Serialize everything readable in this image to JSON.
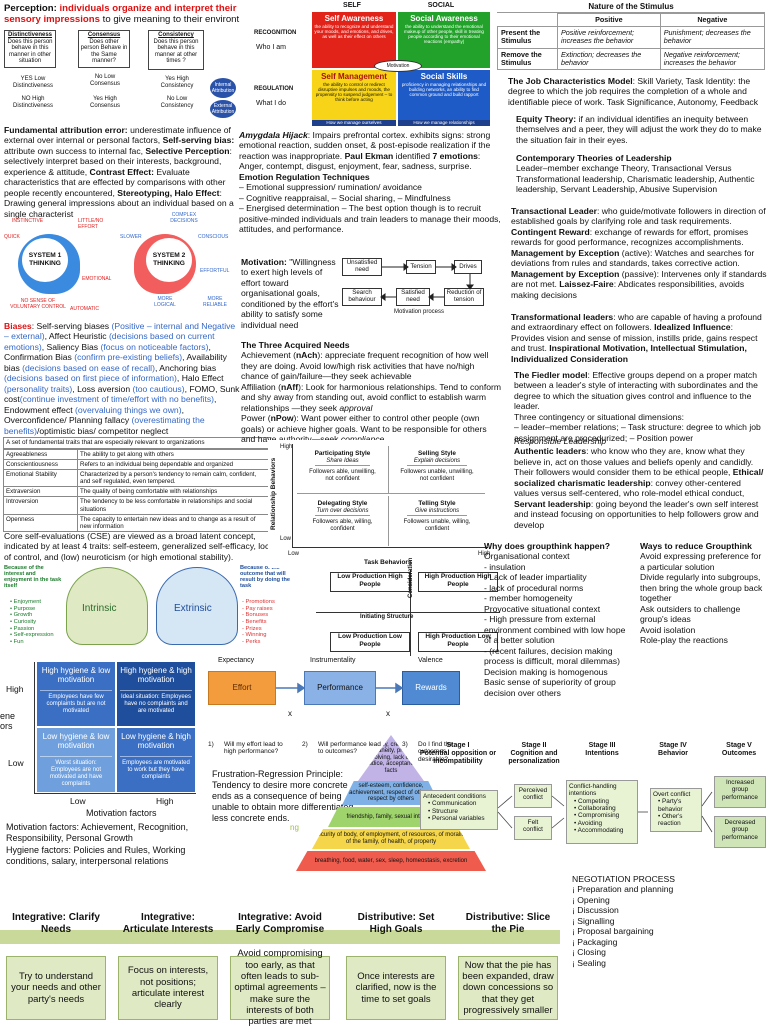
{
  "perception": {
    "label": "Perception:",
    "red": "individuals organize and interpret their sensory impressions",
    "rest": "to give meaning to their environt"
  },
  "attribution": {
    "distinctiveness": {
      "title": "Distinctiveness",
      "question": "Does this person behave in this manner in other situation"
    },
    "consensus": {
      "title": "Consensus",
      "question": "Does other person Behave in the Same manner?"
    },
    "consistency": {
      "title": "Consistency",
      "question": "Does this person behave in this manner at other times ?"
    },
    "d_yes": "YES Low Distinctiveness",
    "d_no": "NO High Distinctiveness",
    "c_yes": "No Low Consensus",
    "c_no": "Yes High Consensus",
    "s_yes": "Yes High Consistency",
    "s_no": "No Low Consistency",
    "internal": "Internal Attribution",
    "external": "External Attribution"
  },
  "fae": {
    "t1": "Fundamental attribution error:",
    "r1": "underestimate influence of external over internal or personal factors,",
    "t2": "Self-serving bias:",
    "r2": "attribute own success to internal fac,",
    "t3": "Selective Perception",
    "r3": ": selectively interpret based on their interests, background, experience & attitude,",
    "t4": "Contrast Effect:",
    "r4": "Evaluate characteristics that are effected by comparisons with other people recently encountered,",
    "t5": "Stereotyping,",
    "t6": "Halo Effect",
    "r6": ": Drawing general impressions about an individual based on a single characterist"
  },
  "thinking": {
    "s1": "SYSTEM 1 THINKING",
    "s2": "SYSTEM 2 THINKING",
    "s1_labels": [
      "INSTINCTIVE",
      "LITTLE/NO EFFORT",
      "QUICK",
      "EMOTIONAL",
      "NO SENSE OF VOLUNTARY CONTROL",
      "AUTOMATIC"
    ],
    "s2_labels": [
      "COMPLEX DECISIONS",
      "SLOWER",
      "CONSCIOUS",
      "EFFORTFUL",
      "MORE LOGICAL",
      "MORE RELIABLE"
    ]
  },
  "biases": {
    "label": "Biases",
    "segments": [
      {
        "t": ": Self-serving biases ",
        "c": "k"
      },
      {
        "t": "(Positive – internal and Negative – external)",
        "c": "b"
      },
      {
        "t": ", Affect Heuristic ",
        "c": "k"
      },
      {
        "t": "(decisions based on current emotions)",
        "c": "b"
      },
      {
        "t": ", Saliency Bias ",
        "c": "k"
      },
      {
        "t": "(focus on noticeable factors)",
        "c": "b"
      },
      {
        "t": ", Confirmation Bias ",
        "c": "k"
      },
      {
        "t": "(confirm pre-existing beliefs)",
        "c": "b"
      },
      {
        "t": ", Availability bias ",
        "c": "k"
      },
      {
        "t": "(decisions based on ease of recall)",
        "c": "b"
      },
      {
        "t": ", Anchoring bias ",
        "c": "k"
      },
      {
        "t": "(decisions based on first piece of information)",
        "c": "b"
      },
      {
        "t": ", Halo Effect ",
        "c": "k"
      },
      {
        "t": "(personality traits)",
        "c": "b"
      },
      {
        "t": ", Loss aversion ",
        "c": "k"
      },
      {
        "t": "(too cautious)",
        "c": "b"
      },
      {
        "t": ", FOMO, Sunk cost",
        "c": "k"
      },
      {
        "t": "(continue investment of time/effort with no benefits)",
        "c": "b"
      },
      {
        "t": ", Endowment effect ",
        "c": "k"
      },
      {
        "t": "(overvaluing things we own)",
        "c": "b"
      },
      {
        "t": ", Overconfidence/ Planning fallacy ",
        "c": "k"
      },
      {
        "t": "(overestimating the benefits)",
        "c": "b"
      },
      {
        "t": "/optimistic bias/ competitor neglect",
        "c": "k"
      }
    ]
  },
  "traits": {
    "caption": "A set of fundamental traits that are especially relevant to organizations",
    "rows": [
      [
        "Agreeableness",
        "The ability to get along with others"
      ],
      [
        "Conscientiousness",
        "Refers to an individual being dependable and organized"
      ],
      [
        "Emotional Stability",
        "Characterized by a person's tendency to remain calm, confident, and self regulated, even tempered."
      ],
      [
        "Extraversion",
        "The quality of being comfortable with relationships"
      ],
      [
        "Introversion",
        "The tendency to be less comfortable in relationships and social situations"
      ],
      [
        "Openness",
        "The capacity to entertain new ideas and to change as a result of new information"
      ]
    ]
  },
  "cse": "Core self-evaluations (CSE) are viewed as a broad latent concept, indicated by at least 4 traits: self-esteem, generalized self-efficacy, locus of control, and (low) neuroticism (or high emotional stability).",
  "motivation_types": {
    "intrinsic_note": "Because of the interest and enjoyment in the task itself",
    "intrinsic": "Intrinsic",
    "extrinsic": "Extrinsic",
    "extrinsic_note": "Because of the outcome that will result by doing the task",
    "intrinsic_list": [
      "Enjoyment",
      "Purpose",
      "Growth",
      "Curiosity",
      "Passion",
      "Self-expression",
      "Fun"
    ],
    "extrinsic_list": [
      "Promotions",
      "Pay raises",
      "Bonuses",
      "Benefits",
      "Prizes",
      "Winning",
      "Perks"
    ]
  },
  "herzberg": {
    "cells": [
      {
        "title": "High hygiene & low motivation",
        "desc": "Employees have few complaints but are not motivated"
      },
      {
        "title": "High hygiene & high motivation",
        "desc": "Ideal situation: Employees have no complaints and are motivated"
      },
      {
        "title": "Low hygiene & low motivation",
        "desc": "Worst situation: Employees are not motivated and have complaints"
      },
      {
        "title": "Low hygiene & high motivation",
        "desc": "Employees are motivated to work but they have complaints"
      }
    ],
    "high": "High",
    "low": "Low",
    "xlow": "Low",
    "xhigh": "High",
    "xaxis": "Motivation factors",
    "yaxis": "ene ors",
    "motivation_text": "Motivation factors: Achievement, Recognition, Responsibility, Personal Growth",
    "hygiene_text": "Hygiene factors: Policies and Rules, Working conditions, salary, interpersonal relations"
  },
  "emotions_grid": {
    "self": "SELF",
    "social": "SOCIAL",
    "recognition": "RECOGNITION",
    "who": "Who I am",
    "regulation": "REGULATION",
    "what": "What I do",
    "sa": "Self Awareness",
    "sa_d": "the ability to recognize and understand your moods, and emotions, and drives, as well as their effect on others",
    "soa": "Social Awareness",
    "soa_d": "the ability to understand the emotional makeup of other people, skill in treating people according to their emotional reactions (empathy)",
    "sm": "Self Management",
    "sm_d": "the ability to control or redirect disruptive impulses and moods, the propensity to suspend judgement – to think before acting",
    "ss": "Social Skills",
    "ss_d": "proficiency in managing relationships and building networks, an ability to find common ground and build rapport",
    "motivation": "Motivation",
    "foot1": "How we manage ourselves",
    "foot2": "How we manage relationships"
  },
  "amygdala": {
    "t1": "Amygdala Hijack",
    "r1": ": Impairs prefrontal cortex. exhibits signs: strong emotional reaction, sudden onset, & post-episode realization if the reaction was inappropriate.",
    "t2": "Paul Ekman",
    "r2": " identified ",
    "t3": "7 emotions",
    "r3": ": Anger, contempt, disgust, enjoyment, fear, sadness, surprise.",
    "t4": "Emotion Regulation Techniques",
    "lines": [
      "– Emotional suppression/ rumination/ avoidance",
      "– Cognitive reappraisal, – Social sharing, – Mindfulness",
      "– Energised determination – The best option though is to recruit positive-minded individuals and train leaders to manage their moods, attitudes, and performance."
    ]
  },
  "motivation": {
    "label": "Motivation:",
    "text": "\"Willingness to exert high levels of effort toward organisational goals, conditioned by the effort's ability to satisfy some individual need",
    "process": {
      "unsatisfied": "Unsatisfied need",
      "tension": "Tension",
      "drives": "Drives",
      "search": "Search behaviour",
      "satisfied": "Satisfied need",
      "reduction": "Reduction of tension",
      "caption": "Motivation process"
    }
  },
  "needs": {
    "title": "The Three Acquired Needs",
    "a1": "Achievement (",
    "a1b": "nAch",
    "a1r": "): appreciate frequent recognition of how well they are doing. Avoid low/high risk activities that have no/high chance of gain/failure—they seek achievable",
    "a2": "Affiliation (",
    "a2b": "nAff",
    "a2r": "): Look for harmonious relationships. Tend to conform and shy away from standing out, avoid conflict to establish warm relationships —they seek ",
    "a2i": "approval",
    "a3": "Power (",
    "a3b": "nPow",
    "a3r": "): Want power either to control other people (own goals) or achieve higher goals. Want to be responsible for others and have authority—seek ",
    "a3i": "compliance"
  },
  "situational": {
    "ylabel": "Relationship Behaviors",
    "xlabel": "Task Behaviors",
    "high": "High",
    "low": "Low",
    "xlow": "Low",
    "xhigh": "High",
    "cells": [
      {
        "title": "Participating Style",
        "sub": "Share Ideas",
        "f": "Followers able, unwilling, not confident"
      },
      {
        "title": "Selling Style",
        "sub": "Explain decisions",
        "f": "Followers unable, unwilling, not confident"
      },
      {
        "title": "Delegating Style",
        "sub": "Turn over decisions",
        "f": "Followers able, willing, confident"
      },
      {
        "title": "Telling Style",
        "sub": "Give instructions",
        "f": "Followers unable, willing, confident"
      }
    ]
  },
  "ohio": {
    "y": "Consideration",
    "x": "Initiating Structure",
    "c1": "Low Production High People",
    "c2": "High Production High People",
    "c3": "Low Production Low People",
    "c4": "High Production Low People"
  },
  "expectancy": {
    "h1": "Expectancy",
    "h2": "Instrumentality",
    "h3": "Valence",
    "effort": "Effort",
    "performance": "Performance",
    "rewards": "Rewards",
    "x": "x",
    "q1": "Will my effort lead to high performance?",
    "q2": "Will performance lead to outcomes?",
    "q3": "Do I find the outcomes desirable?",
    "n1": "1)",
    "n2": "2)",
    "n3": "3)"
  },
  "frustration": "Frustration-Regression Principle: Tendency to desire more concrete ends as a consequence of being unable to obtain more differentiated, less concrete ends.",
  "maslow": {
    "l5": "morality, creativity, spontaneity, problem solving, lack of prejudice, acceptance of facts",
    "l4": "self-esteem, confidence, achievement, respect of others, respect by others",
    "l3": "friendship, family, sexual intimacy",
    "l2": "security of body, of employment, of resources, of morality, of the family, of health, of property",
    "l1": "breathing, food, water, sex, sleep, homeostasis, excretion",
    "side": "ng"
  },
  "stimulus": {
    "title": "Nature of the Stimulus",
    "pos": "Positive",
    "neg": "Negative",
    "r1": "Present the Stimulus",
    "r2": "Remove the Stimulus",
    "c11": "Positive reinforcement; increases the behavior",
    "c12": "Punishment; decreases the behavior",
    "c21": "Extinction; decreases the behavior",
    "c22": "Negative reinforcement; increases the behavior"
  },
  "jcm": {
    "t": "The Job Characteristics Model",
    "r": ": Skill Variety, Task Identity: the degree to which the job requires the completion of a whole and identifiable piece of work. Task Significance, Autonomy, Feedback"
  },
  "equity": {
    "t": "Equity Theory:",
    "r": " if an individual identifies an inequity between themselves and a peer, they will adjust the work they do to make the situation fair in their eyes."
  },
  "contemporary": {
    "t": "Contemporary Theories of Leadership",
    "r": "Leader–member exchange Theory, Transactional Versus Transformational leadership, Charismatic leadership, Authentic leadership, Servant Leadership, Abusive Supervision"
  },
  "transactional": {
    "t1": "Transactional Leader",
    "r1": ": who guide/motivate followers in direction of established goals by clarifying role and task requirements.",
    "t2": "Contingent Reward",
    "r2": ": exchange of rewards for effort, promises rewards for good performance, recognizes accomplishments.",
    "t3": "Management by Exception",
    "r3": " (active): Watches and searches for deviations from rules and standards, takes corrective action.",
    "t4": "Management by Exception",
    "r4": " (passive): Intervenes only if standards are not met.",
    "t5": "Laissez-Faire",
    "r5": ": Abdicates responsibilities, avoids making decisions"
  },
  "transformational": {
    "t1": "Transformational leaders",
    "r1": ": who are capable of having a profound and extraordinary effect on followers.",
    "t2": "Idealized Influence",
    "r2": ": Provides vision and sense of mission, instills pride, gains respect and trust.",
    "t3": "Inspirational Motivation, Intellectual Stimulation, Individualized Consideration"
  },
  "fiedler": {
    "t": "The Fiedler model",
    "r": ": Effective groups depend on a proper match between a leader's style of interacting with subordinates and the degree to which the situation gives control and influence to the leader.",
    "dims": "Three contingency or situational dimensions:",
    "d1": "– leader–member relations; – Task structure: degree to which job assignment are procedurized; – Position power"
  },
  "responsible": {
    "t": "Responsible Leadership",
    "a": "Authentic leaders",
    "ar": ": who know who they are, know what they believe in, act on those values and beliefs openly and candidly. Their followers would consider them to be ethical people,",
    "e": "Ethical/ socialized charismatic leadership",
    "er": ": convey other-centered values versus self-centered, who role-model ethical conduct,",
    "s": "Servant leadership",
    "sr": ": going beyond the leader's own self interest and instead focusing on opportunities to help followers grow and develop"
  },
  "groupthink": {
    "t": "Why does groupthink happen?",
    "lines": [
      "Organisational context",
      "- insulation",
      "- Lack of leader impartiality",
      "- lack of procedural norms",
      "- member homogeneity",
      "Provocative situational context",
      "- High pressure from external environment combined with low hope of a better solution",
      "- (recent failures, decision making process is difficult, moral dilemmas)",
      "Decision making is homogenous",
      "Basic sense of superiority of group decision over others"
    ],
    "t2": "Ways to reduce Groupthink",
    "lines2": [
      "Avoid expressing preference for a particular solution",
      "Divide regularly into subgroups, then bring the whole group back together",
      "Ask outsiders to challenge group's ideas",
      "Avoid isolation",
      "Role-play the reactions"
    ]
  },
  "conflict": {
    "s1": "Stage I",
    "s1n": "Potential opposition or incompatibility",
    "s2": "Stage II",
    "s2n": "Cognition and personalization",
    "s3": "Stage III",
    "s3n": "Intentions",
    "s4": "Stage IV",
    "s4n": "Behavior",
    "s5": "Stage V",
    "s5n": "Outcomes",
    "ante": "Antecedent conditions",
    "ante_list": [
      "Communication",
      "Structure",
      "Personal variables"
    ],
    "perceived": "Perceived conflict",
    "felt": "Felt conflict",
    "intent": "Conflict-handling intentions",
    "intent_list": [
      "Competing",
      "Collaborating",
      "Compromising",
      "Avoiding",
      "Accommodating"
    ],
    "overt": "Overt conflict",
    "overt_list": [
      "Party's behavior",
      "Other's reaction"
    ],
    "inc": "Increased group performance",
    "dec": "Decreased group performance"
  },
  "negotiation": {
    "stages": [
      {
        "h": "Integrative: Clarify Needs",
        "b": "Try to understand your needs and other party's needs"
      },
      {
        "h": "Integrative: Articulate Interests",
        "b": "Focus on interests, not positions; articulate interest clearly"
      },
      {
        "h": "Integrative: Avoid Early Compromise",
        "b": "Avoid compromising too early, as that often leads to sub-optimal agreements – make sure the interests of both parties are met"
      },
      {
        "h": "Distributive: Set High Goals",
        "b": "Once interests are clarified, now is the time to set goals"
      },
      {
        "h": "Distributive: Slice the Pie",
        "b": "Now that the pie has been expanded, draw down concessions so that they get progressively smaller"
      }
    ],
    "process_title": "NEGOTIATION PROCESS",
    "process": [
      "¡ Preparation and planning",
      "¡ Opening",
      "¡ Discussion",
      "¡ Signalling",
      "¡ Proposal bargaining",
      "¡ Packaging",
      "¡ Closing",
      "¡ Sealing"
    ]
  }
}
